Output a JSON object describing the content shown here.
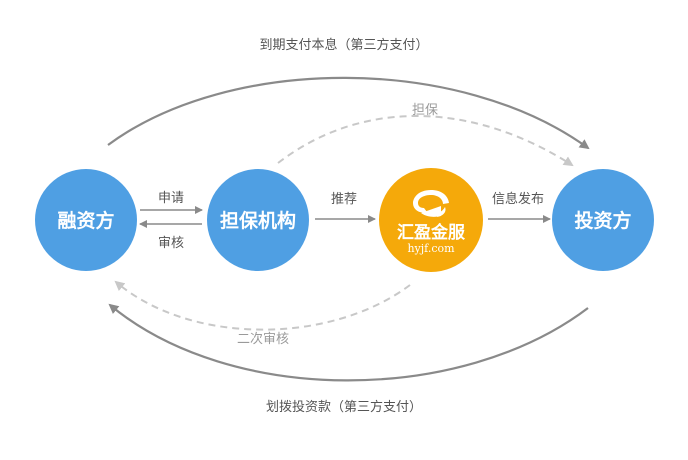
{
  "nodes": {
    "financing_party": {
      "label": "融资方",
      "color": "#4f9fe3"
    },
    "guarantee_agency": {
      "label": "担保机构",
      "color": "#4f9fe3"
    },
    "platform": {
      "name": "汇盈金服",
      "domain": "hyjf.com",
      "color": "#f5a90a"
    },
    "investor": {
      "label": "投资方",
      "color": "#4f9fe3"
    }
  },
  "flows": {
    "top_arc": "到期支付本息（第三方支付）",
    "guarantee_dashed": "担保",
    "apply": "申请",
    "review": "审核",
    "recommend": "推荐",
    "publish": "信息发布",
    "second_review_dashed": "二次审核",
    "bottom_arc": "划拨投资款（第三方支付）"
  },
  "colors": {
    "arrow_solid": "#8a8a8a",
    "arrow_dashed": "#c8c8c8"
  }
}
